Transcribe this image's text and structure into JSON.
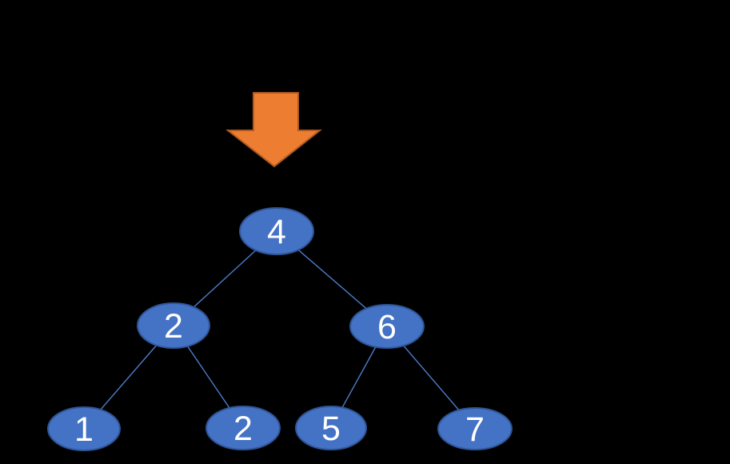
{
  "diagram": {
    "background_color": "#000000",
    "arrow": {
      "meaning": "pointer to root node",
      "fill": "#ED7D31",
      "stroke": "#AE5A21"
    },
    "node_style": {
      "fill": "#4472C4",
      "stroke": "#2F5597",
      "text_color": "#FFFFFF"
    },
    "edge_color": "#4C7CCC",
    "nodes": [
      {
        "id": "n4",
        "label": "4",
        "role": "root"
      },
      {
        "id": "n2l",
        "label": "2",
        "role": "left child of 4"
      },
      {
        "id": "n6",
        "label": "6",
        "role": "right child of 4"
      },
      {
        "id": "n1",
        "label": "1",
        "role": "left child of 2"
      },
      {
        "id": "n2b",
        "label": "2",
        "role": "right child of 2"
      },
      {
        "id": "n5",
        "label": "5",
        "role": "left child of 6"
      },
      {
        "id": "n7",
        "label": "7",
        "role": "right child of 6"
      }
    ],
    "edges": [
      {
        "from": "n4",
        "to": "n2l"
      },
      {
        "from": "n4",
        "to": "n6"
      },
      {
        "from": "n2l",
        "to": "n1"
      },
      {
        "from": "n2l",
        "to": "n2b"
      },
      {
        "from": "n6",
        "to": "n5"
      },
      {
        "from": "n6",
        "to": "n7"
      }
    ]
  }
}
